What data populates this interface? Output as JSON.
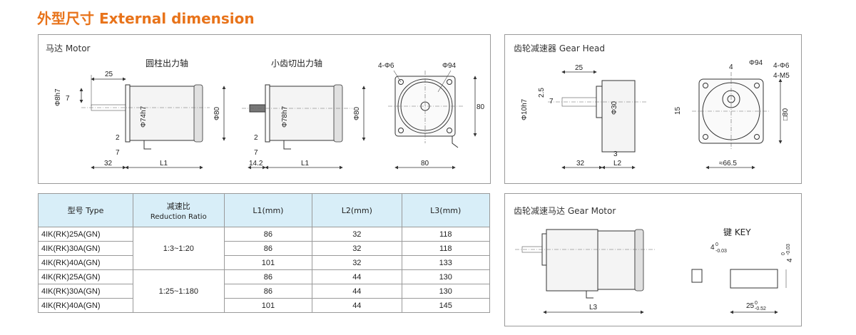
{
  "title": "外型尺寸 External dimension",
  "motor_panel": {
    "label": "马达 Motor",
    "round_shaft_label": "圆柱出力轴",
    "gear_shaft_label": "小齿切出力轴",
    "dims": {
      "shaft_dia": "Φ8h7",
      "len_25": "25",
      "len_7": "7",
      "body_dia_1": "Φ74h7",
      "body_dia_2": "Φ80",
      "len_2": "2",
      "len_32": "32",
      "L1": "L1",
      "gear_shaft_dia": "Φ78h7",
      "len_14": "14.2",
      "holes": "4-Φ6",
      "pcd": "Φ94",
      "square_80": "80"
    }
  },
  "gear_head_panel": {
    "label": "齿轮减速器 Gear Head",
    "dims": {
      "shaft_dia": "Φ10h7",
      "len_25": "25",
      "len_25b": "2.5",
      "len_7": "7",
      "boss_dia": "Φ30",
      "len_3": "3",
      "len_32": "32",
      "L2": "L2",
      "len_4": "4",
      "pcd": "Φ94",
      "holes": "4-Φ6",
      "screws": "4-M5",
      "len_15": "15",
      "square_80": "□80",
      "approx": "≈66.5"
    }
  },
  "table": {
    "headers": {
      "type": "型号 Type",
      "ratio_cn": "减速比",
      "ratio_en": "Reduction Ratio",
      "l1": "L1(mm)",
      "l2": "L2(mm)",
      "l3": "L3(mm)"
    },
    "groups": [
      {
        "ratio": "1:3~1:20",
        "rows": [
          {
            "type": "4IK(RK)25A(GN)",
            "l1": "86",
            "l2": "32",
            "l3": "118"
          },
          {
            "type": "4IK(RK)30A(GN)",
            "l1": "86",
            "l2": "32",
            "l3": "118"
          },
          {
            "type": "4IK(RK)40A(GN)",
            "l1": "101",
            "l2": "32",
            "l3": "133"
          }
        ]
      },
      {
        "ratio": "1:25~1:180",
        "rows": [
          {
            "type": "4IK(RK)25A(GN)",
            "l1": "86",
            "l2": "44",
            "l3": "130"
          },
          {
            "type": "4IK(RK)30A(GN)",
            "l1": "86",
            "l2": "44",
            "l3": "130"
          },
          {
            "type": "4IK(RK)40A(GN)",
            "l1": "101",
            "l2": "44",
            "l3": "145"
          }
        ]
      }
    ]
  },
  "gear_motor_panel": {
    "label": "齿轮减速马达 Gear Motor",
    "key_label": "键 KEY",
    "L3": "L3",
    "key_width": "4",
    "key_length": "25",
    "key_height": "4",
    "tol_upper": "0",
    "tol_lower": "-0.03",
    "tol_lower_len": "-0.52"
  }
}
